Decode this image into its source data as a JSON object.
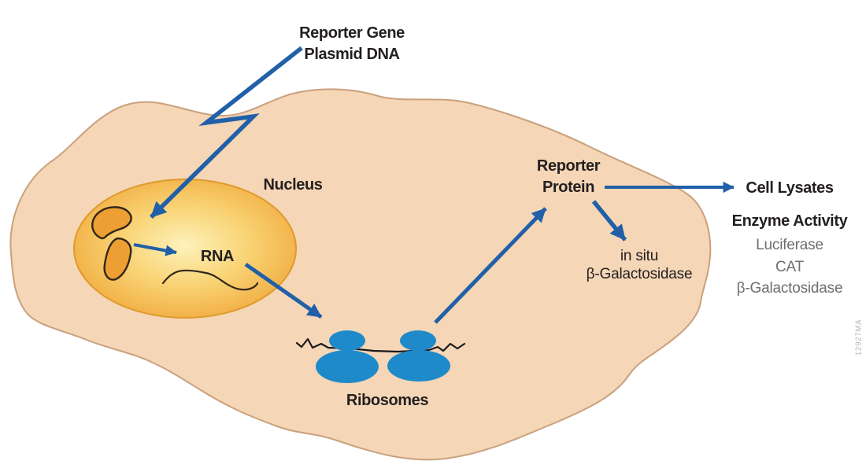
{
  "diagram": {
    "title_block": {
      "line1": "Reporter Gene",
      "line2": "Plasmid DNA"
    },
    "labels": {
      "nucleus": "Nucleus",
      "rna": "RNA",
      "ribosomes": "Ribosomes",
      "reporter_protein_line1": "Reporter",
      "reporter_protein_line2": "Protein",
      "in_situ_line1": "in situ",
      "in_situ_line2": "β-Galactosidase",
      "cell_lysates": "Cell Lysates",
      "enzyme_activity": "Enzyme Activity"
    },
    "enzymes": [
      "Luciferase",
      "CAT",
      "β-Galactosidase"
    ],
    "watermark": "12927MA",
    "icons": [
      "cell-membrane-shape",
      "nucleus-shape",
      "plasmid-dna-shape",
      "rna-squiggle",
      "mrna-strand",
      "ribosome-shapes",
      "zigzag-transfection-arrow",
      "transcription-arrow",
      "rna-export-arrow",
      "translation-arrow",
      "cell-lysates-arrow",
      "in-situ-arrow"
    ],
    "colors": {
      "cell_fill": "#f5d6b6",
      "cell_border": "#c9a17d",
      "nucleus_center": "#fdf2bc",
      "nucleus_edge": "#efa435",
      "nucleus_border": "#de9a2c",
      "plasmid_fill": "#ee9f33",
      "plasmid_outline": "#33261a",
      "ribosome_blue": "#1f8aca",
      "arrow_blue": "#2160a8",
      "label_dark": "#231f20",
      "label_gray": "#6d6e71",
      "watermark_gray": "#b7b9bb"
    }
  }
}
